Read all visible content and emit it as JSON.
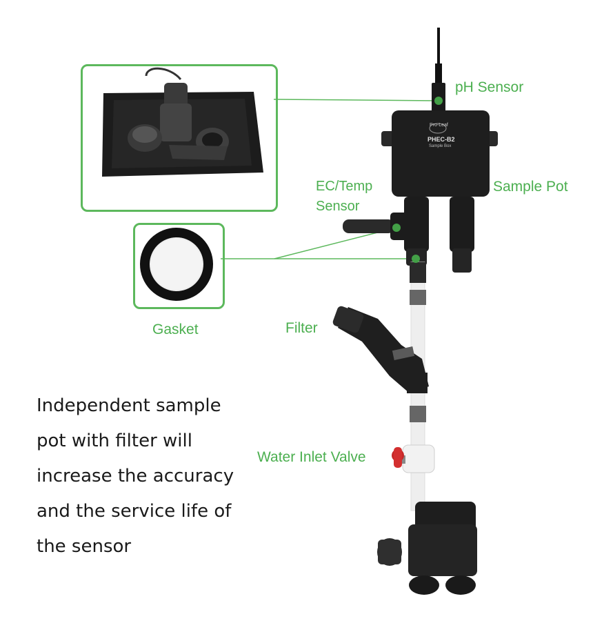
{
  "labels": {
    "ph_sensor": "pH Sensor",
    "ec_temp_line1": "EC/Temp",
    "ec_temp_line2": "Sensor",
    "sample_pot": "Sample Pot",
    "gasket": "Gasket",
    "filter": "Filter",
    "water_inlet_valve": "Water Inlet Valve"
  },
  "device": {
    "brand": "Pro-Leaf",
    "model": "PHEC-B2",
    "subtitle": "Sample Box"
  },
  "description": [
    "Independent sample",
    "pot with filter will",
    "increase the accuracy",
    "and the service life of",
    "the sensor"
  ],
  "colors": {
    "accent": "#4caf50",
    "text": "#1a1a1a"
  }
}
